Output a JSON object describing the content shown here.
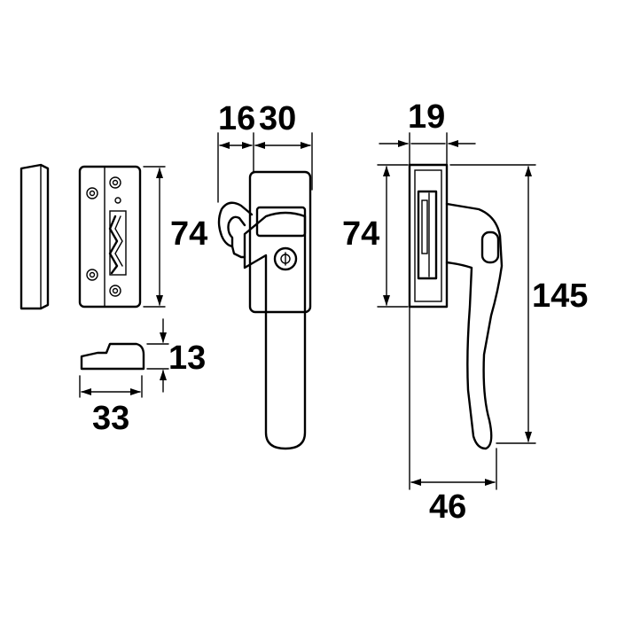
{
  "drawing": {
    "line_color": "#000000",
    "background": "#ffffff",
    "dimensions": {
      "strike_height": "74",
      "keeper_height": "13",
      "keeper_width": "33",
      "handle_offset_depth": "16",
      "handle_depth": "30",
      "side_base_depth": "19",
      "side_base_height": "74",
      "overall_length": "145",
      "handle_projection": "46"
    }
  }
}
